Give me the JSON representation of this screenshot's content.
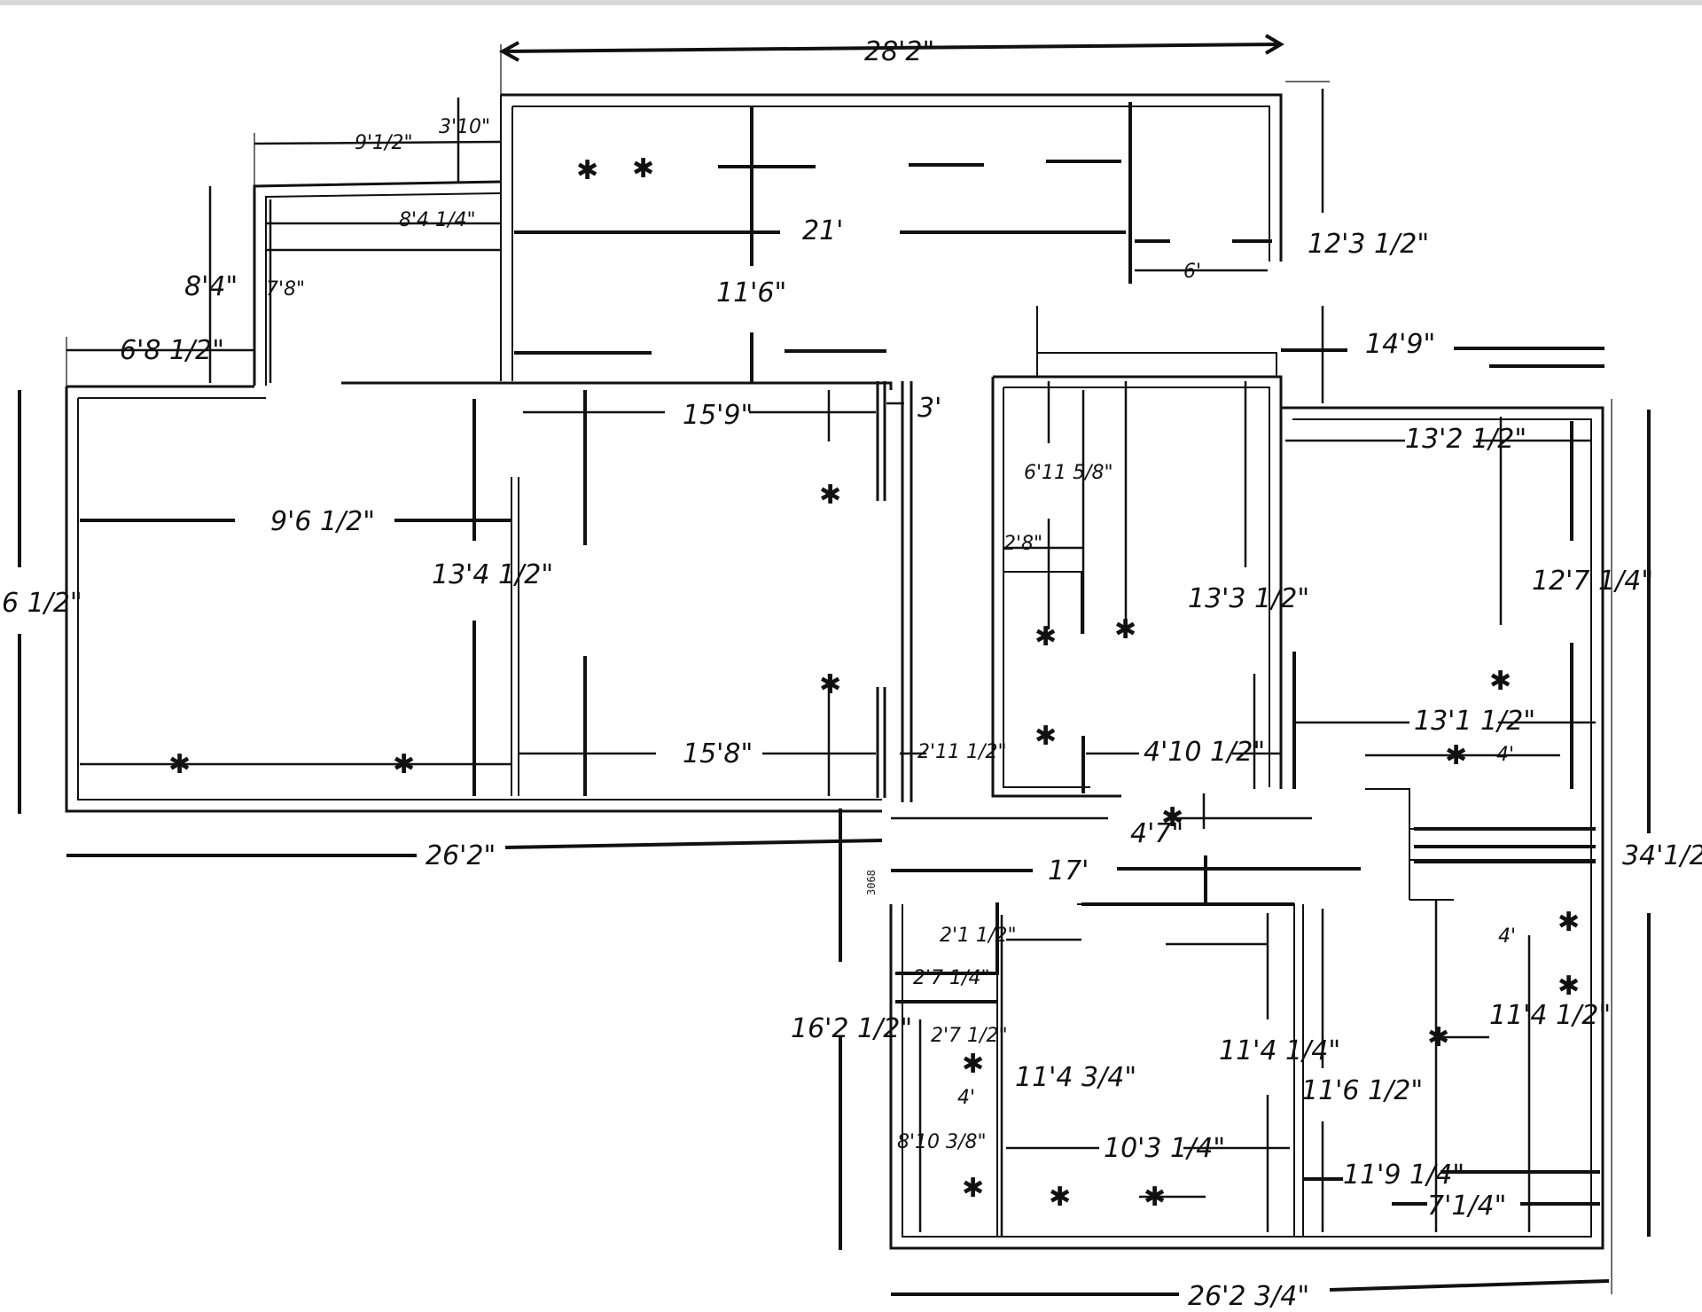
{
  "plan": {
    "stamp": "3068",
    "dimensions": {
      "top_overall": "28'2\"",
      "left_upper_width": "9'1/2\"",
      "small_notch": "3'10\"",
      "closet_width": "8'4 1/4\"",
      "closet_height_outer": "8'4\"",
      "closet_height_inner": "7'8\"",
      "left_offset": "6'8 1/2\"",
      "top_room_width": "21'",
      "top_room_depth": "11'6\"",
      "top_right_small": "6'",
      "right_upper_height": "12'3 1/2\"",
      "right_upper_width": "14'9\"",
      "left_room_width": "9'6 1/2\"",
      "left_room_height": "13'4 1/2\"",
      "left_outer_height": "6 1/2\"",
      "center_room_top": "15'9\"",
      "hall_width": "3'",
      "center_room_bottom": "15'8\"",
      "bottom_left_overall": "26'2\"",
      "bath_height": "6'11 5/8\"",
      "bath_closet": "2'8\"",
      "mid_room_height": "13'3 1/2\"",
      "mid_room_bottom": "4'10 1/2\"",
      "hall_gap": "2'11 1/2\"",
      "right_room_width": "13'2 1/2\"",
      "right_room_height": "12'7 1/4\"",
      "right_room_bottom": "13'1 1/2\"",
      "right_small": "4'",
      "hall_bottom": "4'7\"",
      "center_bottom_width": "17'",
      "right_overall_height": "34'1/2\"",
      "closet_a": "2'1 1/2\"",
      "closet_b": "2'7 1/4\"",
      "closet_c": "2'7 1/2\"",
      "bottom_overall_height": "16'2 1/2\"",
      "closet_small": "4'",
      "bottom_left_room_height": "11'4 3/4\"",
      "bottom_left_room_height_inner": "8'10 3/8\"",
      "bottom_mid_room_height": "11'4 1/4\"",
      "bottom_mid_room_width": "10'3 1/4\"",
      "bottom_right_room_height": "11'6 1/2\"",
      "bottom_right_small": "4'",
      "bottom_right_room_height2": "11'4 1/2\"",
      "bottom_right_width": "11'9 1/4\"",
      "bottom_right_closet": "7'1/4\"",
      "bottom_overall": "26'2 3/4\""
    }
  }
}
